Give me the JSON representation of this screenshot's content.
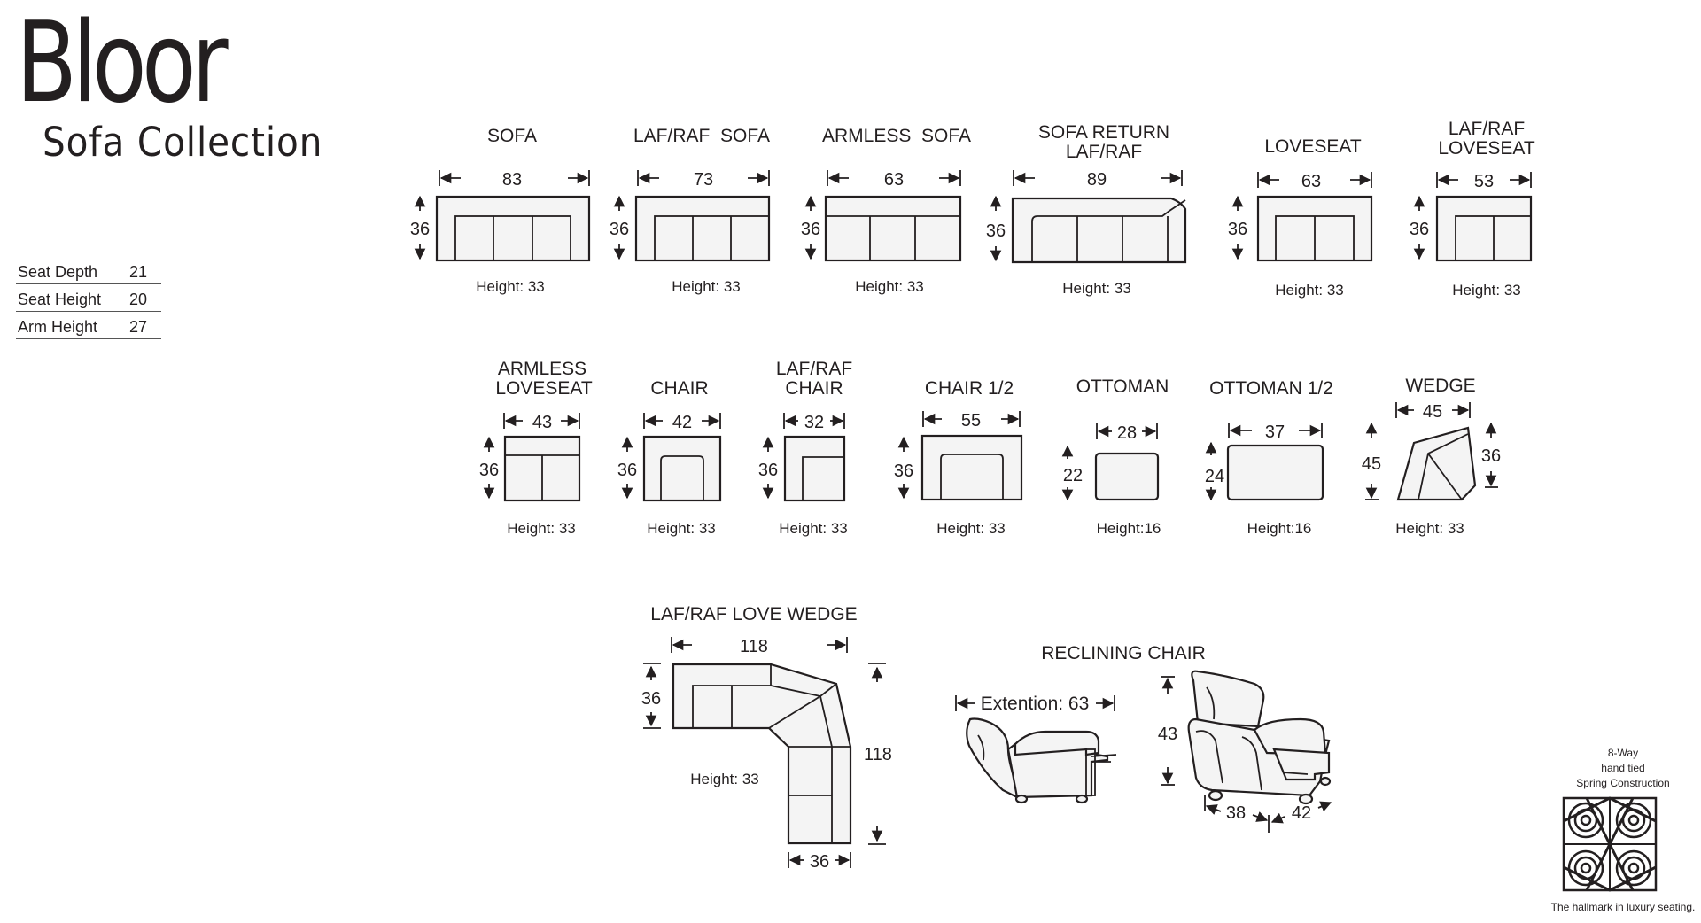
{
  "brand": {
    "title": "Bloor",
    "subtitle": "Sofa Collection"
  },
  "specs": [
    {
      "label": "Seat Depth",
      "value": "21"
    },
    {
      "label": "Seat Height",
      "value": "20"
    },
    {
      "label": "Arm Height",
      "value": "27"
    }
  ],
  "pieces": {
    "sofa": {
      "name": "SOFA",
      "width": "83",
      "depth": "36",
      "height": "Height: 33"
    },
    "laf_raf_sofa": {
      "name": "LAF/RAF  SOFA",
      "width": "73",
      "depth": "36",
      "height": "Height: 33"
    },
    "armless_sofa": {
      "name": "ARMLESS  SOFA",
      "width": "63",
      "depth": "36",
      "height": "Height: 33"
    },
    "sofa_return": {
      "name_line1": "SOFA RETURN",
      "name_line2": "LAF/RAF",
      "width": "89",
      "depth": "36",
      "height": "Height: 33"
    },
    "loveseat": {
      "name": "LOVESEAT",
      "width": "63",
      "depth": "36",
      "height": "Height: 33"
    },
    "laf_raf_loveseat": {
      "name_line1": "LAF/RAF",
      "name_line2": "LOVESEAT",
      "width": "53",
      "depth": "36",
      "height": "Height: 33"
    },
    "armless_loveseat": {
      "name_line1": "ARMLESS",
      "name_line2": "LOVESEAT",
      "width": "43",
      "depth": "36",
      "height": "Height: 33"
    },
    "chair": {
      "name": "CHAIR",
      "width": "42",
      "depth": "36",
      "height": "Height: 33"
    },
    "laf_raf_chair": {
      "name_line1": "LAF/RAF",
      "name_line2": "CHAIR",
      "width": "32",
      "depth": "36",
      "height": "Height: 33"
    },
    "chair_half": {
      "name": "CHAIR 1/2",
      "width": "55",
      "depth": "36",
      "height": "Height: 33"
    },
    "ottoman": {
      "name": "OTTOMAN",
      "width": "28",
      "depth": "22",
      "height": "Height:16"
    },
    "ottoman_half": {
      "name": "OTTOMAN 1/2",
      "width": "37",
      "depth": "24",
      "height": "Height:16"
    },
    "wedge": {
      "name": "WEDGE",
      "width": "45",
      "depth_left": "45",
      "depth_right": "36",
      "height": "Height: 33"
    },
    "love_wedge": {
      "name": "LAF/RAF LOVE WEDGE",
      "width": "118",
      "depth": "36",
      "side": "118",
      "bottom_width": "36",
      "height": "Height: 33"
    },
    "reclining_chair": {
      "name": "RECLINING CHAIR",
      "extension": "Extention: 63",
      "height": "43",
      "depth_a": "38",
      "depth_b": "42"
    }
  },
  "badge": {
    "line1": "8-Way",
    "line2": "hand tied",
    "line3": "Spring Construction",
    "footer": "The hallmark in luxury seating."
  }
}
